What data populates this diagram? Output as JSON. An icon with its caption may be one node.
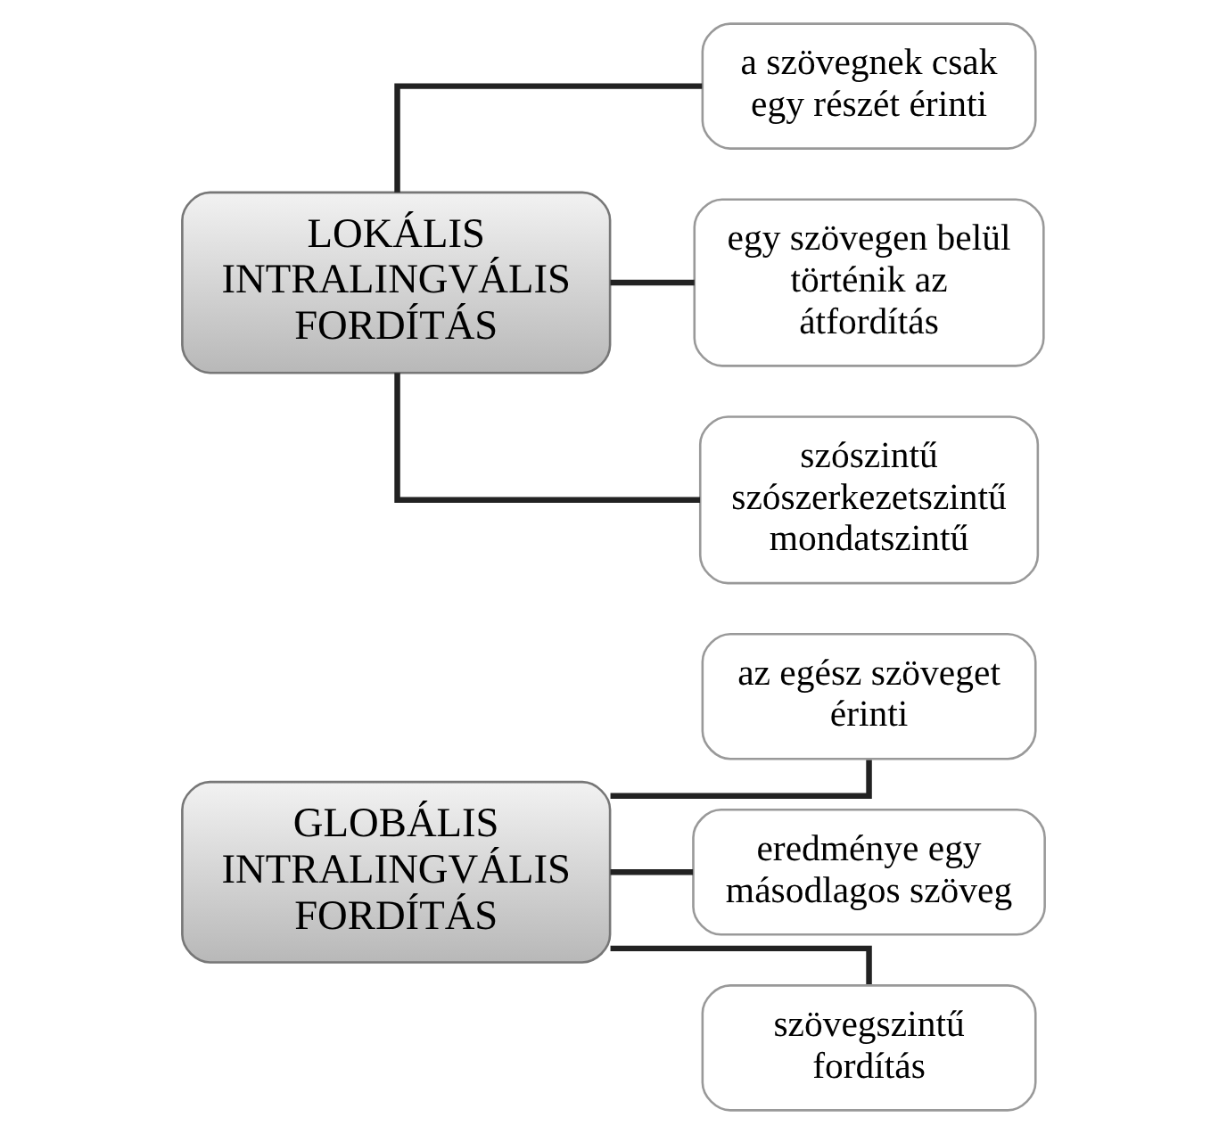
{
  "diagram": {
    "nodes": [
      {
        "text": [
          "GLOBÁLIS INTRALINGVÁLIS FORDÍTÁS"
        ]
      },
      {
        "text": [
          "az egész szöveget érinti"
        ]
      },
      {
        "text": [
          "eredménye egy másodlagos szöveg"
        ]
      },
      {
        "text": [
          "szövegszintű fordítás"
        ]
      },
      {
        "text": [
          "LOKÁLIS INTRALINGVÁLIS FORDÍTÁS"
        ]
      },
      {
        "text": [
          "a szövegnek csak egy részét érinti"
        ]
      },
      {
        "text": [
          "egy szövegen belül történik az átfordítás"
        ]
      },
      {
        "text": [
          "szószintű",
          "szószerkezetszintű",
          "mondatszintű"
        ]
      }
    ],
    "edges": [
      {
        "from": 0,
        "to": 1,
        "arrow": "none"
      },
      {
        "from": 0,
        "to": 2,
        "arrow": "none"
      },
      {
        "from": 0,
        "to": 3,
        "arrow": "none"
      },
      {
        "from": 4,
        "to": 5,
        "arrow": "none"
      },
      {
        "from": 4,
        "to": 6,
        "arrow": "none"
      },
      {
        "from": 4,
        "to": 7,
        "arrow": "none"
      }
    ]
  }
}
